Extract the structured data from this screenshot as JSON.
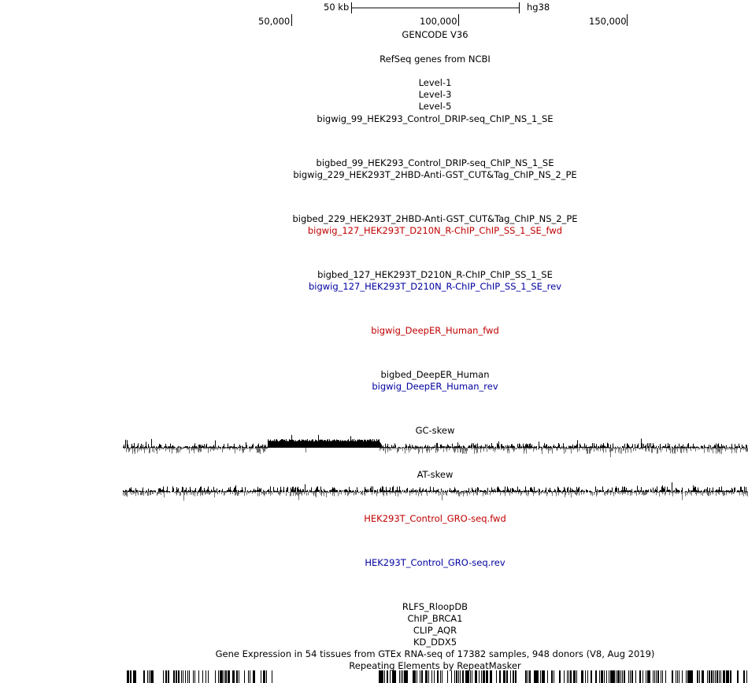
{
  "ruler": {
    "scale_label": "50 kb",
    "assembly": "hg38",
    "ticks": [
      "50,000",
      "100,000",
      "150,000"
    ]
  },
  "tracks": {
    "gencode": "GENCODE V36",
    "refseq": "RefSeq genes from NCBI",
    "level1": "Level-1",
    "level3": "Level-3",
    "level5": "Level-5",
    "bigwig_99": "bigwig_99_HEK293_Control_DRIP-seq_ChIP_NS_1_SE",
    "bigbed_99": "bigbed_99_HEK293_Control_DRIP-seq_ChIP_NS_1_SE",
    "bigwig_229": "bigwig_229_HEK293T_2HBD-Anti-GST_CUT&Tag_ChIP_NS_2_PE",
    "bigbed_229": "bigbed_229_HEK293T_2HBD-Anti-GST_CUT&Tag_ChIP_NS_2_PE",
    "bigwig_127_fwd": "bigwig_127_HEK293T_D210N_R-ChIP_ChIP_SS_1_SE_fwd",
    "bigbed_127": "bigbed_127_HEK293T_D210N_R-ChIP_ChIP_SS_1_SE",
    "bigwig_127_rev": "bigwig_127_HEK293T_D210N_R-ChIP_ChIP_SS_1_SE_rev",
    "deeper_fwd": "bigwig_DeepER_Human_fwd",
    "deeper_bed": "bigbed_DeepER_Human",
    "deeper_rev": "bigwig_DeepER_Human_rev",
    "gc_skew": "GC-skew",
    "at_skew": "AT-skew",
    "gro_fwd": "HEK293T_Control_GRO-seq.fwd",
    "gro_rev": "HEK293T_Control_GRO-seq.rev",
    "rlfs": "RLFS_RloopDB",
    "chip_brca1": "ChIP_BRCA1",
    "clip_aqr": "CLIP_AQR",
    "kd_ddx5": "KD_DDX5",
    "gtex": "Gene Expression in 54 tissues from GTEx RNA-seq of 17382 samples, 948 donors (V8, Aug 2019)",
    "repeatmasker": "Repeating Elements by RepeatMasker"
  },
  "colors": {
    "fwd": "#c00000",
    "rev": "#0000a0",
    "signal": "#000000",
    "negative_signal": "#6e6e6e"
  }
}
